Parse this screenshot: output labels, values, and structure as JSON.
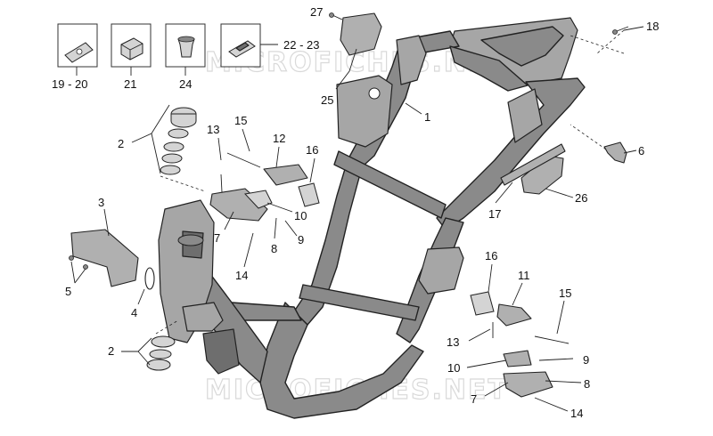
{
  "watermark": "MICROFICHES.NET",
  "callouts": {
    "c19_20": "19 - 20",
    "c21": "21",
    "c24": "24",
    "c22_23": "22 - 23",
    "c27": "27",
    "c25": "25",
    "c1": "1",
    "c18": "18",
    "c6": "6",
    "c26": "26",
    "c17": "17",
    "c2_top": "2",
    "c13_top": "13",
    "c15_top": "15",
    "c12": "12",
    "c16_top": "16",
    "c10_top": "10",
    "c9_top": "9",
    "c8_top": "8",
    "c7_top": "7",
    "c14_top": "14",
    "c3": "3",
    "c5": "5",
    "c4": "4",
    "c2_bot": "2",
    "c16_bot": "16",
    "c11": "11",
    "c15_bot": "15",
    "c13_bot": "13",
    "c9_bot": "9",
    "c10_bot": "10",
    "c8_bot": "8",
    "c7_bot": "7",
    "c14_bot": "14"
  }
}
